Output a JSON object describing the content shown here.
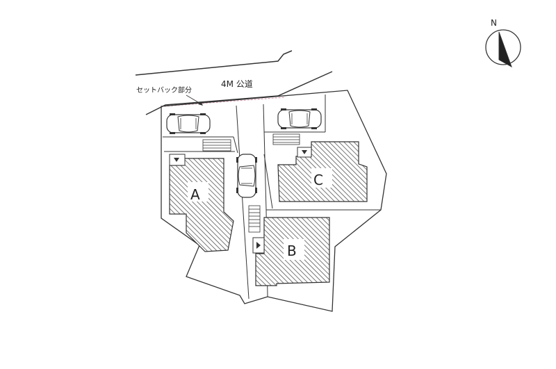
{
  "road": {
    "label": "4M 公道"
  },
  "setback": {
    "label": "セットバック部分"
  },
  "compass": {
    "north_label": "N",
    "icon": "north-arrow-icon"
  },
  "lots": [
    {
      "id": "A",
      "label": "A"
    },
    {
      "id": "B",
      "label": "B"
    },
    {
      "id": "C",
      "label": "C"
    }
  ],
  "colors": {
    "line": "#333333",
    "hatch": "#555555",
    "setback_line": "#d9a0b8"
  }
}
